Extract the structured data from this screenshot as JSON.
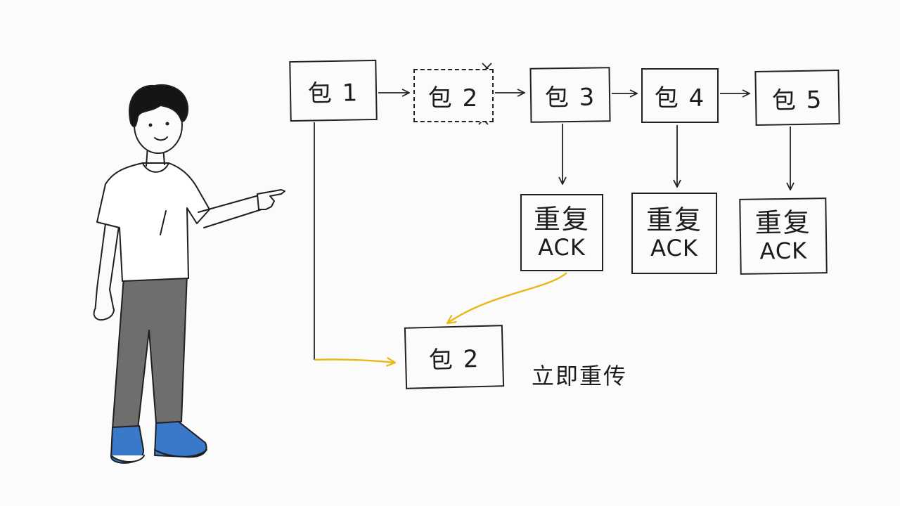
{
  "packets": [
    {
      "label": "包 1",
      "lost": false
    },
    {
      "label": "包 2",
      "lost": true
    },
    {
      "label": "包 3",
      "lost": false
    },
    {
      "label": "包 4",
      "lost": false
    },
    {
      "label": "包 5",
      "lost": false
    }
  ],
  "acks": [
    {
      "line1": "重复",
      "line2": "ACK"
    },
    {
      "line1": "重复",
      "line2": "ACK"
    },
    {
      "line1": "重复",
      "line2": "ACK"
    }
  ],
  "retransmit": {
    "label": "包 2",
    "note": "立即重传"
  },
  "colors": {
    "highlight_arrow": "#e8b818",
    "ink": "#222222",
    "shirt": "#ffffff",
    "pants": "#6e6e6e",
    "shoes": "#3a78c9"
  }
}
